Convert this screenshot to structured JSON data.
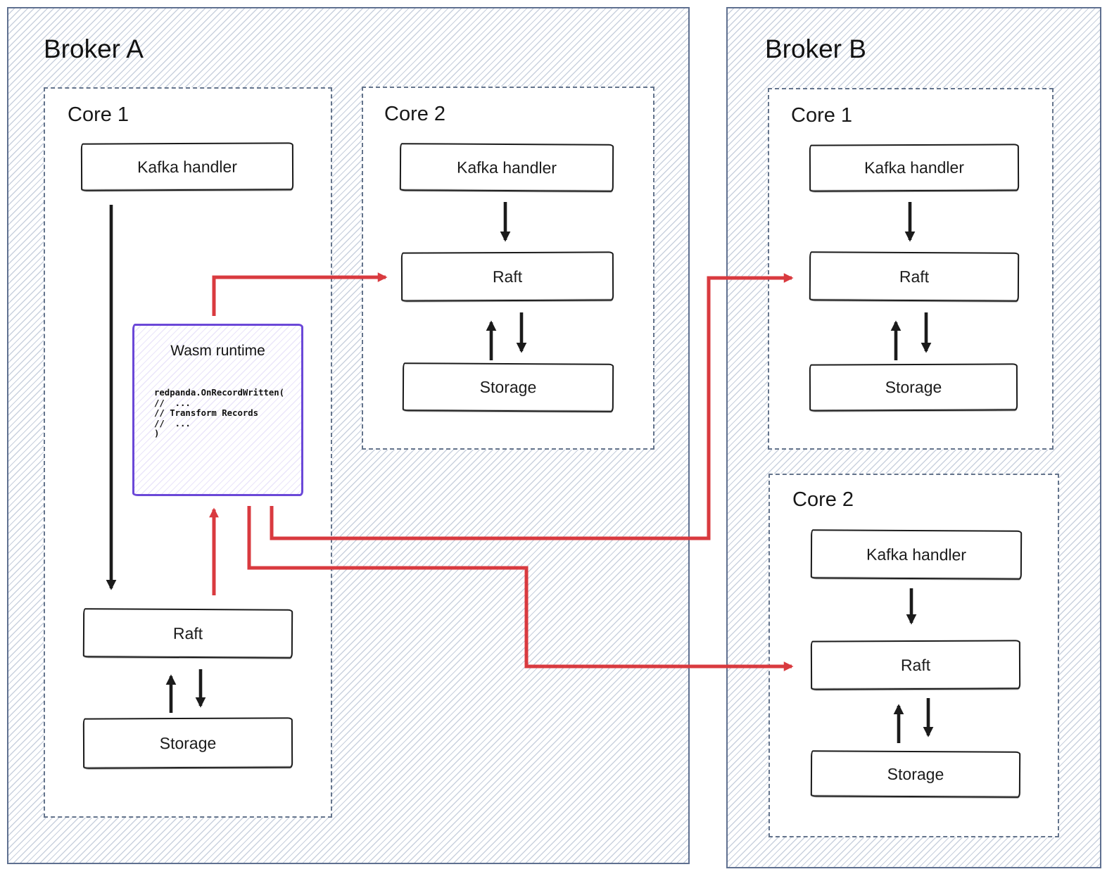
{
  "diagram": {
    "broker_a": {
      "title": "Broker A",
      "core1": {
        "label": "Core 1",
        "kafka": "Kafka handler",
        "raft": "Raft",
        "storage": "Storage"
      },
      "core2": {
        "label": "Core 2",
        "kafka": "Kafka handler",
        "raft": "Raft",
        "storage": "Storage"
      }
    },
    "broker_b": {
      "title": "Broker B",
      "core1": {
        "label": "Core 1",
        "kafka": "Kafka handler",
        "raft": "Raft",
        "storage": "Storage"
      },
      "core2": {
        "label": "Core 2",
        "kafka": "Kafka handler",
        "raft": "Raft",
        "storage": "Storage"
      }
    },
    "wasm_runtime": {
      "title": "Wasm runtime",
      "code_lines": [
        "redpanda.OnRecordWritten(",
        "//  ...",
        "// Transform Records",
        "//  ...",
        ")"
      ]
    },
    "colors": {
      "connector_red": "#d93a3f",
      "wasm_purple": "#6b48d8",
      "frame_slate": "#5f7090",
      "sketch_black": "#1b1b1b"
    }
  }
}
